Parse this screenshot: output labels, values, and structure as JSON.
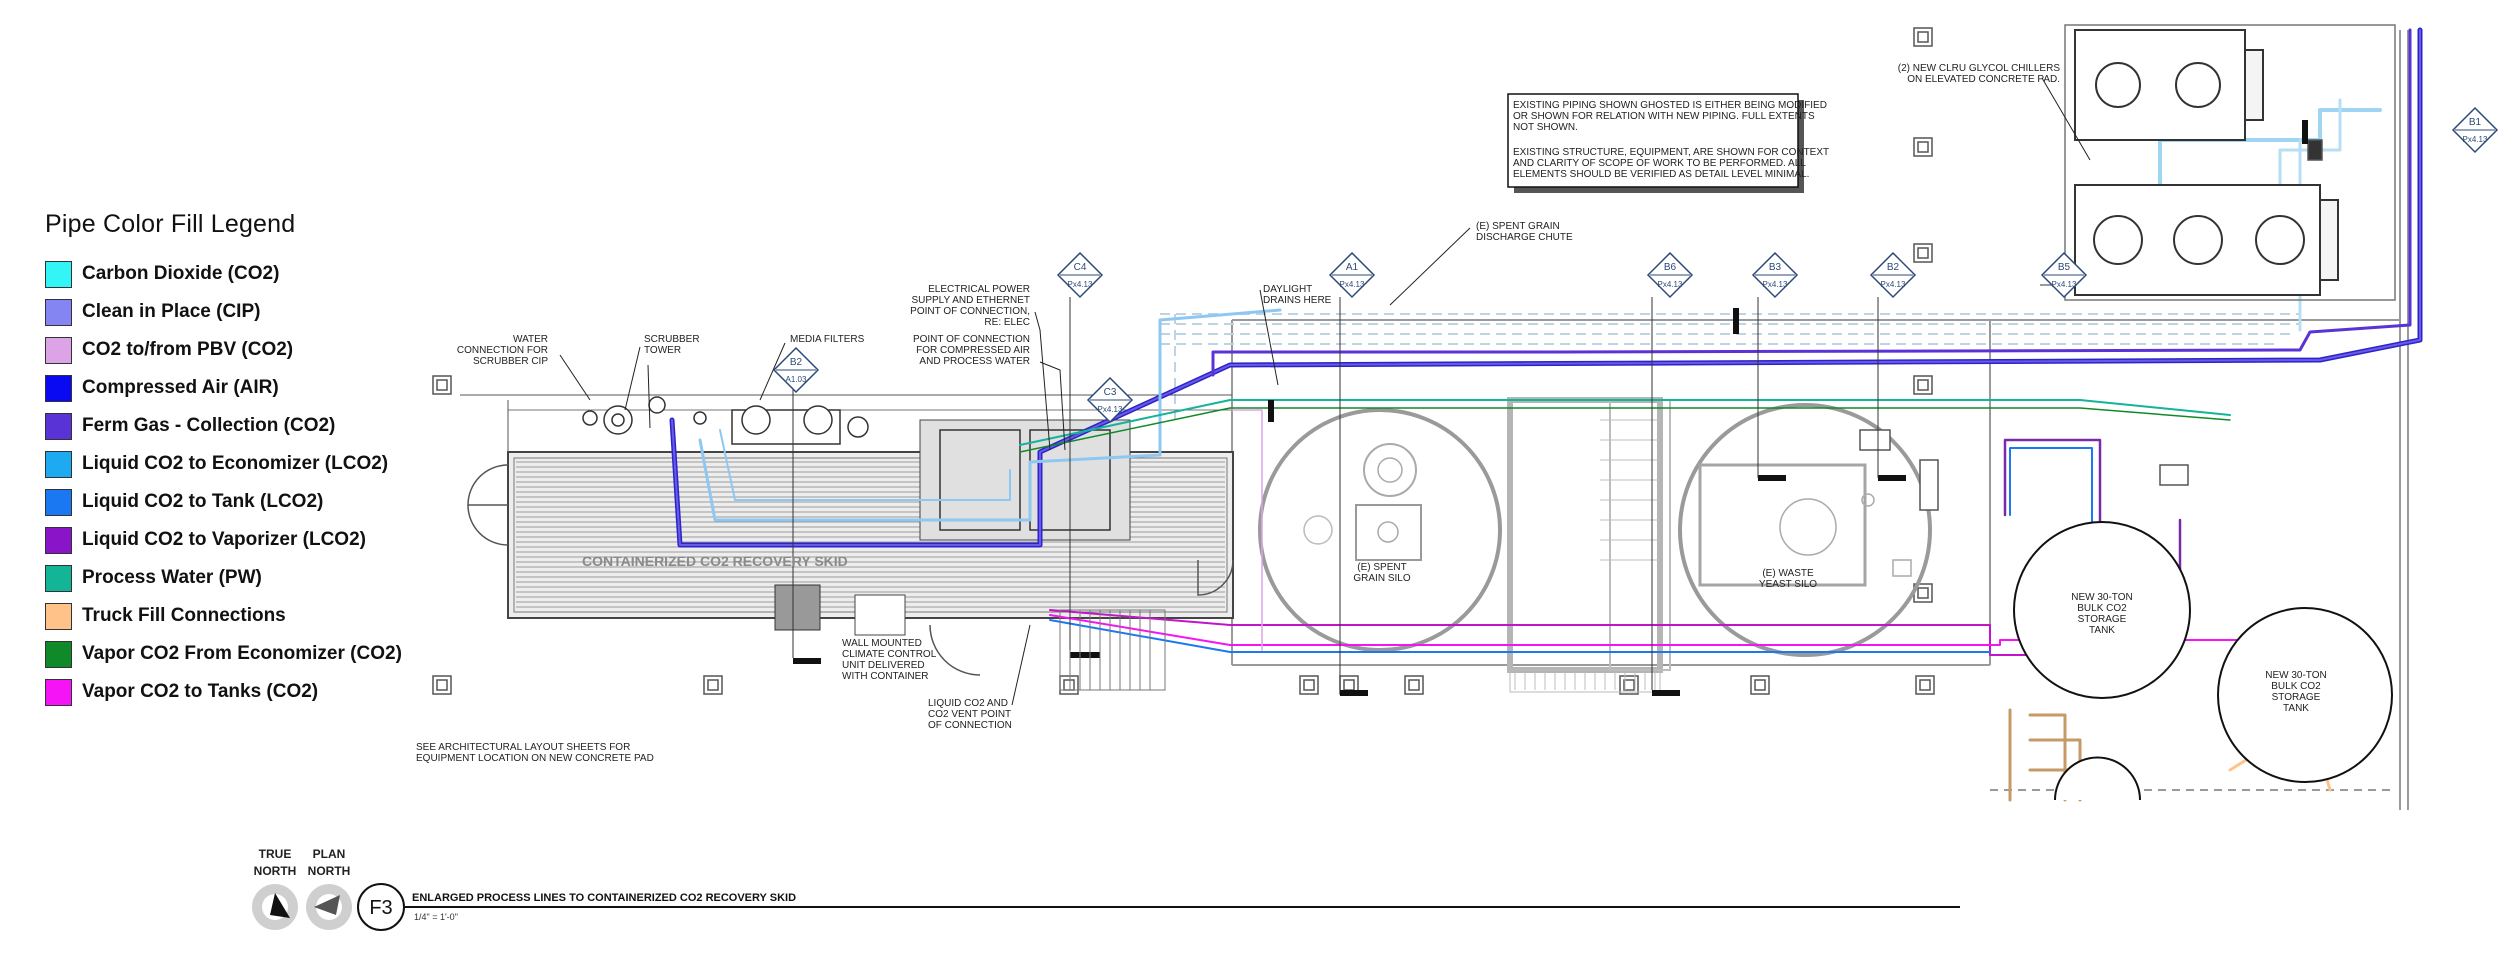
{
  "legend": {
    "title": "Pipe Color Fill Legend",
    "items": [
      {
        "label": "Carbon Dioxide (CO2)",
        "color": "#33f5f5"
      },
      {
        "label": "Clean in Place (CIP)",
        "color": "#8484f2"
      },
      {
        "label": "CO2 to/from PBV (CO2)",
        "color": "#dca4e6"
      },
      {
        "label": "Compressed Air (AIR)",
        "color": "#0a0af2"
      },
      {
        "label": "Ferm Gas - Collection (CO2)",
        "color": "#5a33d6"
      },
      {
        "label": "Liquid CO2 to Economizer (LCO2)",
        "color": "#1eaaf0"
      },
      {
        "label": "Liquid CO2 to Tank (LCO2)",
        "color": "#1a78f2"
      },
      {
        "label": "Liquid CO2 to Vaporizer (LCO2)",
        "color": "#8a14c8"
      },
      {
        "label": "Process Water (PW)",
        "color": "#14b496"
      },
      {
        "label": "Truck Fill Connections",
        "color": "#ffc38a"
      },
      {
        "label": "Vapor CO2 From Economizer (CO2)",
        "color": "#108a28"
      },
      {
        "label": "Vapor CO2 to Tanks (CO2)",
        "color": "#f514f5"
      }
    ]
  },
  "notes": {
    "existing_note_1": [
      "EXISTING PIPING SHOWN GHOSTED IS EITHER BEING MODIFIED",
      "OR SHOWN FOR RELATION WITH NEW PIPING. FULL EXTENTS",
      "NOT SHOWN."
    ],
    "existing_note_2": [
      "EXISTING STRUCTURE, EQUIPMENT, ARE SHOWN FOR CONTEXT",
      "AND CLARITY OF SCOPE OF WORK TO BE PERFORMED. ALL",
      "ELEMENTS SHOULD BE VERIFIED AS DETAIL LEVEL MINIMAL."
    ],
    "chillers": [
      "(2) NEW CLRU GLYCOL CHILLERS",
      "ON ELEVATED CONCRETE PAD."
    ],
    "spent_grain_chute": [
      "(E) SPENT GRAIN",
      "DISCHARGE CHUTE"
    ],
    "electrical": [
      "ELECTRICAL POWER",
      "SUPPLY AND ETHERNET",
      "POINT OF CONNECTION,",
      "RE: ELEC"
    ],
    "compressed_air": [
      "POINT OF CONNECTION",
      "FOR COMPRESSED AIR",
      "AND PROCESS WATER"
    ],
    "daylight_drains": [
      "DAYLIGHT",
      "DRAINS HERE"
    ],
    "water_connection": [
      "WATER",
      "CONNECTION FOR",
      "SCRUBBER CIP"
    ],
    "scrubber_tower": [
      "SCRUBBER",
      "TOWER"
    ],
    "media_filters": [
      "MEDIA FILTERS"
    ],
    "skid_label": "CONTAINERIZED CO2 RECOVERY SKID",
    "wall_unit": [
      "WALL MOUNTED",
      "CLIMATE CONTROL",
      "UNIT DELIVERED",
      "WITH CONTAINER"
    ],
    "liquid_vent": [
      "LIQUID CO2 AND",
      "CO2 VENT POINT",
      "OF CONNECTION"
    ],
    "arch_note": [
      "SEE ARCHITECTURAL LAYOUT SHEETS FOR",
      "EQUIPMENT LOCATION ON NEW CONCRETE PAD"
    ],
    "spent_grain_silo": [
      "(E) SPENT",
      "GRAIN SILO"
    ],
    "waste_yeast_silo": [
      "(E) WASTE",
      "YEAST SILO"
    ],
    "tank_1": [
      "NEW 30-TON",
      "BULK CO2",
      "STORAGE",
      "TANK"
    ],
    "tank_2": [
      "NEW 30-TON",
      "BULK CO2",
      "STORAGE",
      "TANK"
    ]
  },
  "tags": [
    {
      "top": "C4",
      "bottom": "Px4.13"
    },
    {
      "top": "A1",
      "bottom": "Px4.13"
    },
    {
      "top": "B6",
      "bottom": "Px4.13"
    },
    {
      "top": "B3",
      "bottom": "Px4.13"
    },
    {
      "top": "B2",
      "bottom": "Px4.13"
    },
    {
      "top": "B5",
      "bottom": "Px4.13"
    },
    {
      "top": "B1",
      "bottom": "Px4.13"
    },
    {
      "top": "C3",
      "bottom": "Px4.13"
    },
    {
      "top": "B2",
      "bottom": "A1.03"
    }
  ],
  "title_block": {
    "true_north": [
      "TRUE",
      "NORTH"
    ],
    "plan_north": [
      "PLAN",
      "NORTH"
    ],
    "detail_id": "F3",
    "title": "ENLARGED PROCESS LINES TO CONTAINERIZED CO2 RECOVERY SKID",
    "scale": "1/4\" = 1'-0\""
  }
}
